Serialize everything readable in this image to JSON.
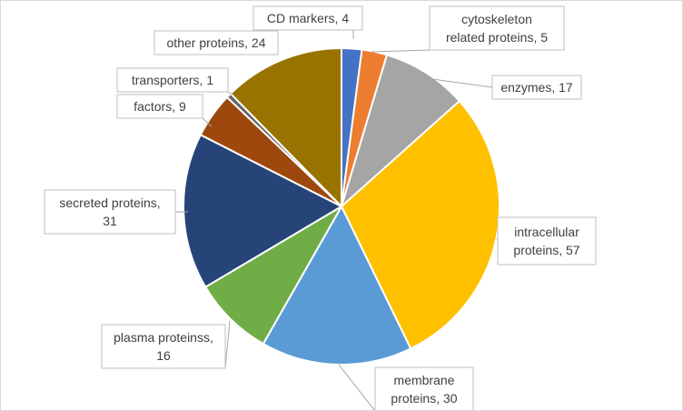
{
  "chart_data": {
    "type": "pie",
    "title": "",
    "categories": [
      "CD markers",
      "cytoskeleton related proteins",
      "enzymes",
      "intracellular proteins",
      "membrane proteins",
      "plasma proteinss",
      "secreted proteins",
      "factors",
      "transporters",
      "other proteins"
    ],
    "values": [
      4,
      5,
      17,
      57,
      30,
      16,
      31,
      9,
      1,
      24
    ],
    "colors": [
      "#4472c4",
      "#ed7d31",
      "#a5a5a5",
      "#ffc000",
      "#5b9bd5",
      "#70ad47",
      "#264478",
      "#9e480e",
      "#636363",
      "#997300"
    ],
    "data_labels": [
      [
        "CD markers, 4"
      ],
      [
        "cytoskeleton",
        "related proteins, 5"
      ],
      [
        "enzymes, 17"
      ],
      [
        "intracellular",
        "proteins, 57"
      ],
      [
        "membrane",
        "proteins, 30"
      ],
      [
        "plasma proteinss,",
        "16"
      ],
      [
        "secreted proteins,",
        "31"
      ],
      [
        "factors, 9"
      ],
      [
        "transporters, 1"
      ],
      [
        "other proteins, 24"
      ]
    ],
    "legend": "none"
  }
}
